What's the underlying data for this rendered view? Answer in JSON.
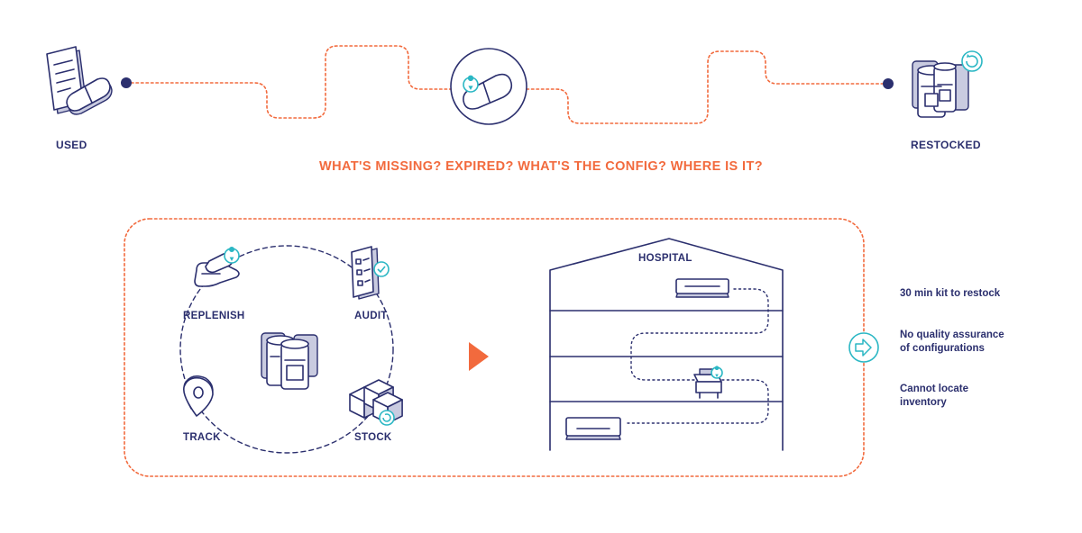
{
  "top": {
    "used_label": "USED",
    "restocked_label": "RESTOCKED",
    "question": "WHAT'S MISSING? EXPIRED? WHAT'S THE CONFIG? WHERE IS IT?"
  },
  "cycle": {
    "replenish": "REPLENISH",
    "audit": "AUDIT",
    "track": "TRACK",
    "stock": "STOCK"
  },
  "hospital": {
    "label": "HOSPITAL"
  },
  "notes": [
    "30 min kit to restock",
    "No quality assurance of configurations",
    "Cannot locate inventory"
  ],
  "colors": {
    "navy": "#2b2f6e",
    "orange": "#f26a3d",
    "teal": "#2bb7c4"
  }
}
